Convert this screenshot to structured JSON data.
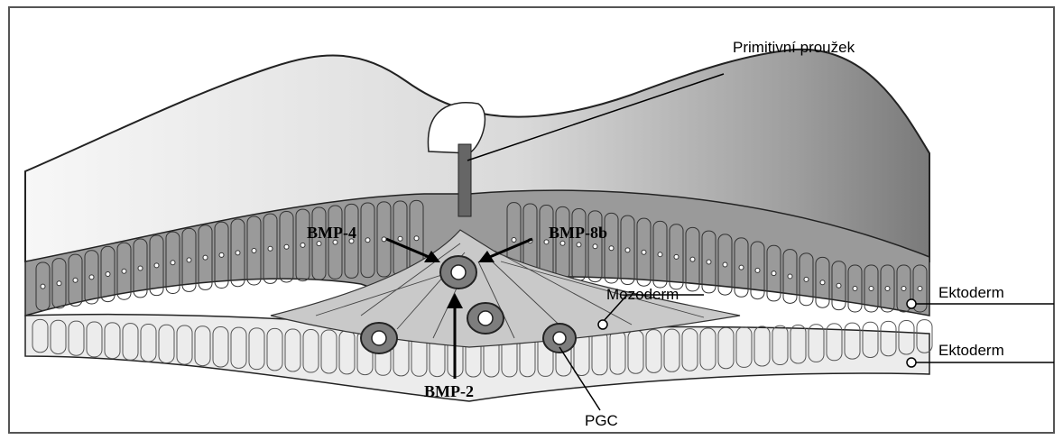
{
  "diagram": {
    "labels": {
      "primitive_streak": "Primitivní proužek",
      "bmp4": "BMP-4",
      "bmp8b": "BMP-8b",
      "bmp2": "BMP-2",
      "mesoderm": "Mezoderm",
      "ectoderm_upper": "Ektoderm",
      "ectoderm_lower": "Ektoderm",
      "pgc": "PGC"
    },
    "colors": {
      "outline": "#000000",
      "surface_light": "#f2f2f2",
      "surface_dark": "#8c8c8c",
      "epiblast_cell": "#9a9a9a",
      "lower_cell": "#ececec",
      "mesoderm_fill": "#c9c9c9",
      "pgc_cell": "#7d7d7d"
    }
  }
}
